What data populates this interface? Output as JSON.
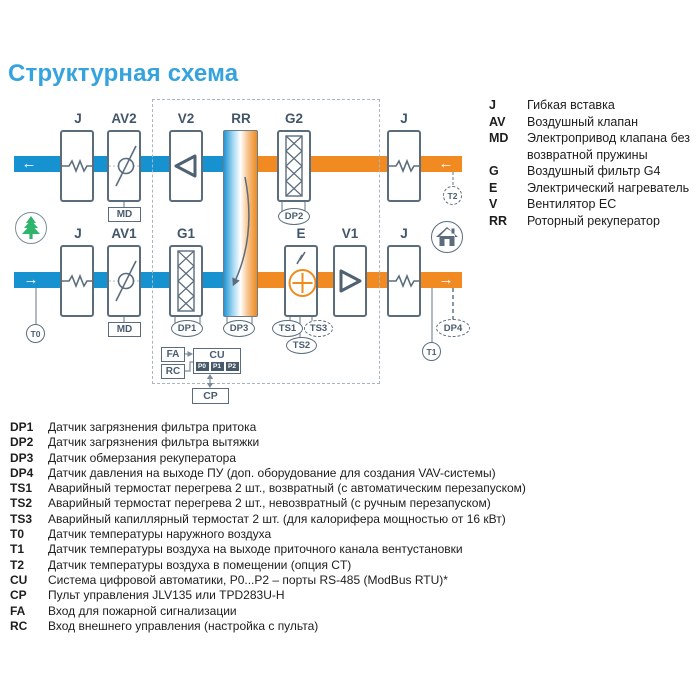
{
  "title": "Структурная схема",
  "colors": {
    "title_blue": "#35a3dd",
    "supply_blue": "#1792d0",
    "extract_orange": "#f18a21",
    "outline_slate": "#5b6d7d",
    "label_slate": "#42566a",
    "tree_green": "#2fb56b",
    "port_badge_bg": "#48596a",
    "legend_text": "#1d1d1f"
  },
  "icons": {
    "flow_left": "←",
    "flow_right": "→"
  },
  "diagram": {
    "labels": {
      "j": "J",
      "av1": "AV1",
      "av2": "AV2",
      "v1": "V1",
      "v2": "V2",
      "g1": "G1",
      "g2": "G2",
      "e": "E",
      "rr": "RR",
      "md": "MD"
    },
    "sensors": {
      "t0": "T0",
      "t1": "T1",
      "t2": "T2",
      "dp1": "DP1",
      "dp2": "DP2",
      "dp3": "DP3",
      "dp4": "DP4",
      "ts1": "TS1",
      "ts2": "TS2",
      "ts3": "TS3"
    },
    "control": {
      "cu": "CU",
      "cp": "CP",
      "fa": "FA",
      "rc": "RC",
      "p0": "P0",
      "p1": "P1",
      "p2": "P2"
    }
  },
  "legend_right": {
    "items": [
      {
        "code": "J",
        "desc": "Гибкая вставка"
      },
      {
        "code": "AV",
        "desc": "Воздушный клапан"
      },
      {
        "code": "MD",
        "desc": "Электропривод клапана без возвратной пружины"
      },
      {
        "code": "G",
        "desc": "Воздушный фильтр G4"
      },
      {
        "code": "E",
        "desc": "Электрический нагреватель"
      },
      {
        "code": "V",
        "desc": "Вентилятор EC"
      },
      {
        "code": "RR",
        "desc": "Роторный рекуператор"
      }
    ]
  },
  "legend_bottom": {
    "items": [
      {
        "code": "DP1",
        "desc": "Датчик загрязнения фильтра притока"
      },
      {
        "code": "DP2",
        "desc": "Датчик загрязнения фильтра вытяжки"
      },
      {
        "code": "DP3",
        "desc": "Датчик  обмерзания рекуператора"
      },
      {
        "code": "DP4",
        "desc": "Датчик давления на выходе ПУ (доп. оборудование для создания VAV-системы)"
      },
      {
        "code": "TS1",
        "desc": "Аварийный термостат перегрева 2 шт., возвратный (с автоматическим перезапуском)"
      },
      {
        "code": "TS2",
        "desc": "Аварийный термостат перегрева 2 шт., невозвратный (с ручным перезапуском)"
      },
      {
        "code": "TS3",
        "desc": "Аварийный капиллярный термостат 2 шт. (для калорифера мощностью от 16 кВт)"
      },
      {
        "code": "T0",
        "desc": "Датчик температуры наружного воздуха"
      },
      {
        "code": "T1",
        "desc": "Датчик температуры воздуха на выходе приточного канала вентустановки"
      },
      {
        "code": "T2",
        "desc": "Датчик температуры воздуха в помещении (опция CT)"
      },
      {
        "code": "CU",
        "desc": "Система цифровой автоматики, P0...P2 – порты RS-485 (ModBus RTU)*"
      },
      {
        "code": "CP",
        "desc": "Пульт управления JLV135 или TPD283U-H"
      },
      {
        "code": "FA",
        "desc": "Вход для пожарной сигнализации"
      },
      {
        "code": "RC",
        "desc": "Вход внешнего управления (настройка с пульта)"
      }
    ]
  }
}
